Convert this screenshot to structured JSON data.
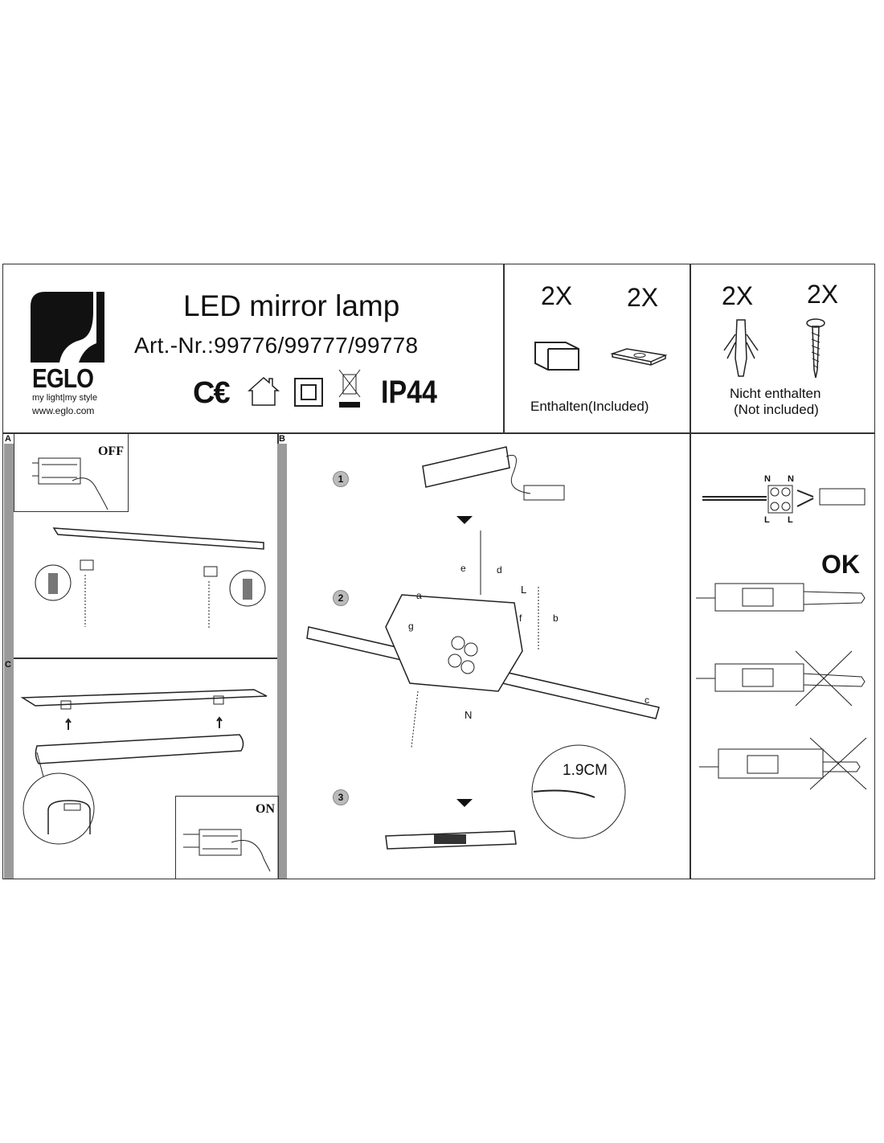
{
  "brand": {
    "name": "EGLO",
    "tagline": "my light|my style",
    "website": "www.eglo.com"
  },
  "product": {
    "title": "LED mirror lamp",
    "article_numbers": "Art.-Nr.:99776/99777/99778",
    "ip_rating": "IP44",
    "certification_icons": [
      "ce-mark-icon",
      "indoor-use-house-icon",
      "protection-class-ii-icon",
      "weee-crossed-bin-icon"
    ]
  },
  "included": {
    "items": [
      {
        "qty": "2X",
        "icon": "mounting-bracket-icon"
      },
      {
        "qty": "2X",
        "icon": "spacer-plate-icon"
      }
    ],
    "label": "Enthalten(Included)"
  },
  "not_included": {
    "items": [
      {
        "qty": "2X",
        "icon": "wall-plug-icon"
      },
      {
        "qty": "2X",
        "icon": "screw-icon"
      }
    ],
    "label_line1": "Nicht enthalten",
    "label_line2": "(Not included)"
  },
  "sections": {
    "a": {
      "label": "A",
      "switch_label": "OFF"
    },
    "b": {
      "label": "B",
      "steps": [
        "1",
        "2",
        "3"
      ],
      "callouts": [
        "a",
        "b",
        "c",
        "d",
        "e",
        "f",
        "g"
      ],
      "wire_labels": {
        "live": "L",
        "neutral": "N"
      },
      "strip_length": "1.9CM"
    },
    "c": {
      "label": "C",
      "switch_label": "ON"
    },
    "wiring": {
      "terminal_labels": [
        "N",
        "N",
        "L",
        "L"
      ],
      "ok_label": "OK"
    }
  },
  "colors": {
    "frame": "#333333",
    "side_bar": "#9a9a9a",
    "step_badge": "#bbbbbb"
  }
}
